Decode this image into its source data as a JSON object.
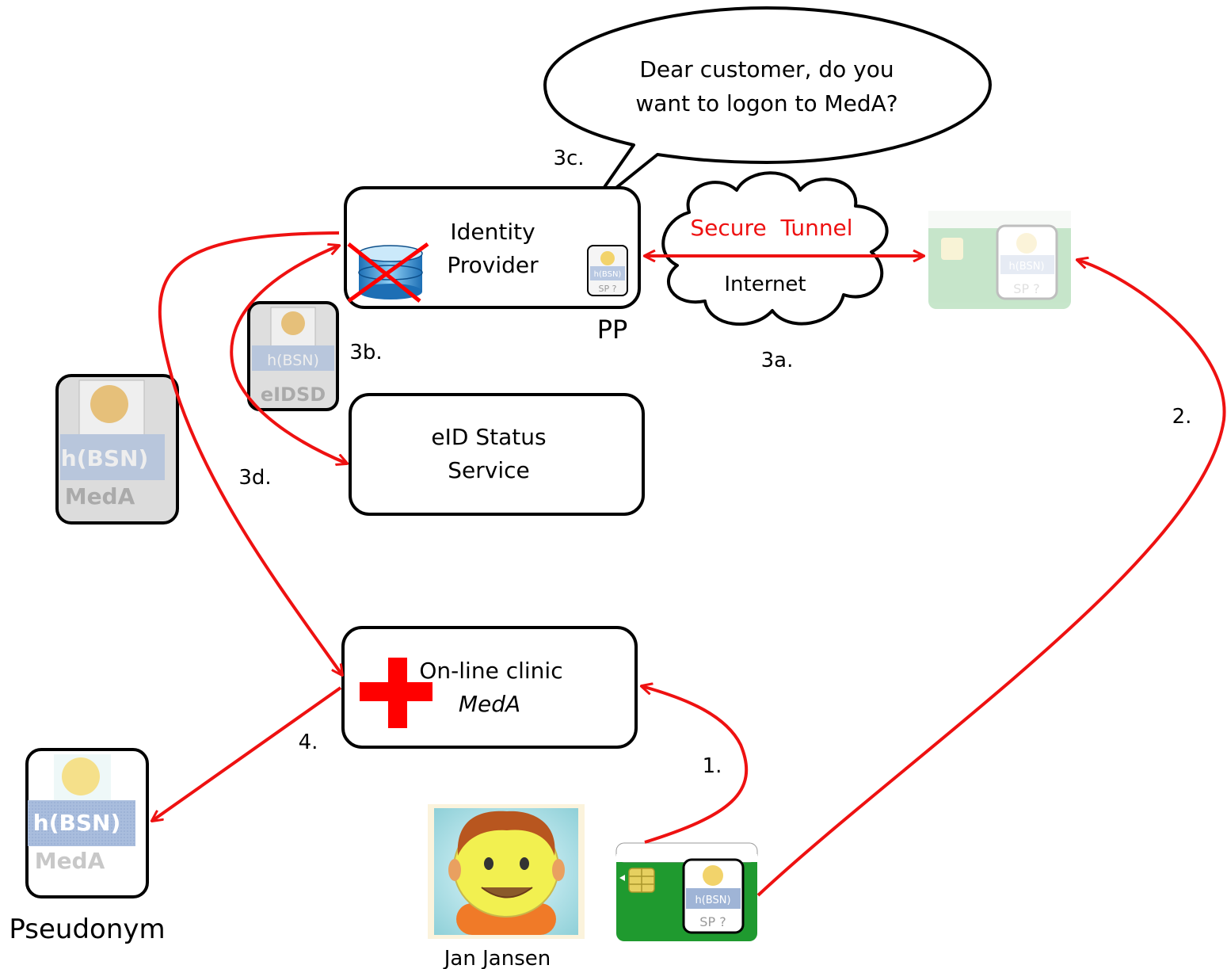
{
  "bubble": {
    "line1": "Dear customer, do you",
    "line2": "want to logon to MedA?"
  },
  "identity_provider": {
    "line1": "Identity",
    "line2": "Provider",
    "sub": "PP"
  },
  "eid_status": {
    "line1": "eID Status",
    "line2": "Service"
  },
  "clinic": {
    "line1": "On-line clinic",
    "line2": "MedA"
  },
  "cloud": {
    "top": "Secure  Tunnel",
    "bottom": "Internet"
  },
  "cards": {
    "hbsn": "h(BSN)",
    "sp_q": "SP ?",
    "eidsd": "eIDSD",
    "meda": "MedA"
  },
  "captions": {
    "pseudonym": "Pseudonym",
    "person": "Jan Jansen"
  },
  "steps": {
    "s1": "1.",
    "s2": "2.",
    "s3a": "3a.",
    "s3b": "3b.",
    "s3c": "3c.",
    "s3d": "3d.",
    "s4": "4."
  },
  "colors": {
    "arrow": "#ee1111",
    "cross": "#ff0000",
    "card_green": "#1f9a2f",
    "hbsn_band": "#9fb4d6",
    "stroke": "#000000"
  }
}
